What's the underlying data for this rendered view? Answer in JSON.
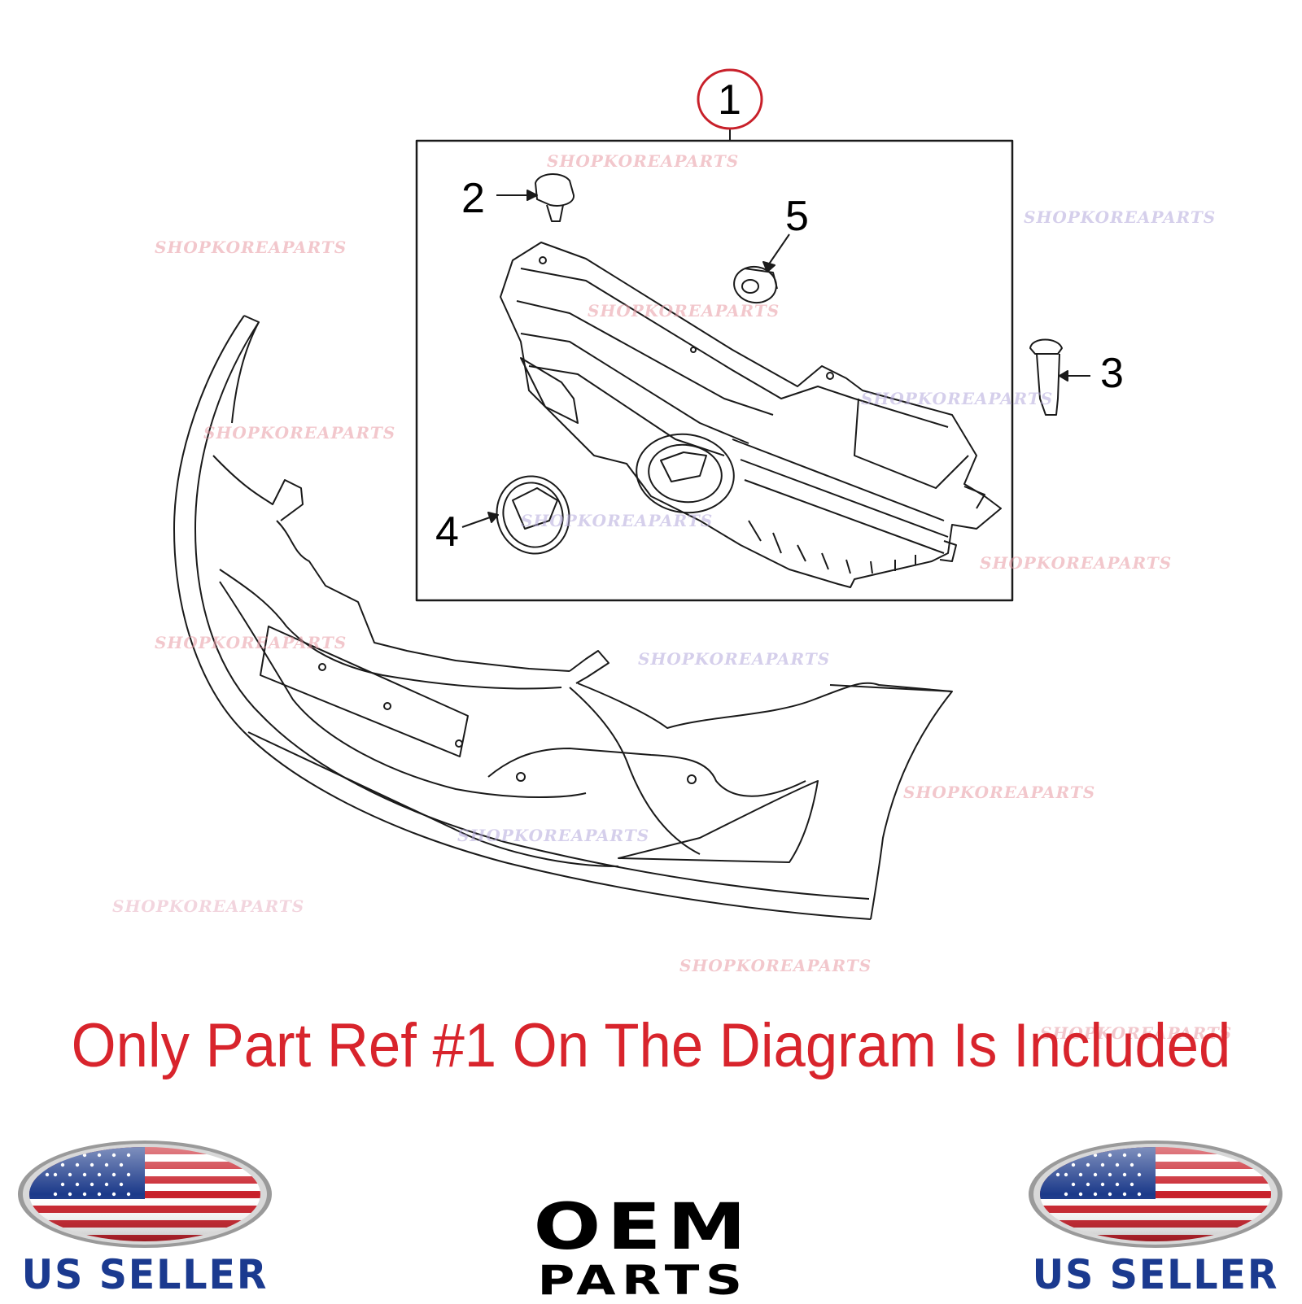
{
  "callouts": [
    "1",
    "2",
    "3",
    "4",
    "5"
  ],
  "watermark": "SHOPKOREAPARTS",
  "notice": "Only Part Ref #1 On The Diagram Is Included",
  "badge_left": "US SELLER",
  "badge_right": "US SELLER",
  "logo": {
    "line1": "OEM",
    "line2": "PARTS"
  },
  "colors": {
    "notice": "#d8242c",
    "callout_circle": "#c8202a",
    "watermark_pink": "#e99aa4",
    "watermark_lilac": "#b4a8dc",
    "flag_red": "#c8202a",
    "flag_blue": "#1c3a8a",
    "seller_text": "#1b3a8f"
  }
}
